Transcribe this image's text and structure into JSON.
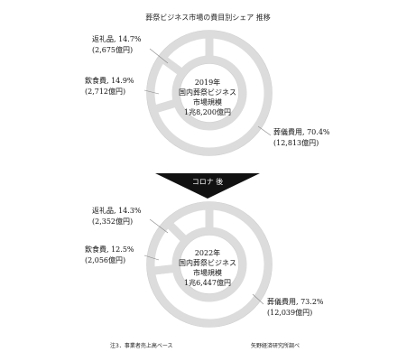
{
  "title": "葬祭ビジネス市場の費目別シェア 推移",
  "chart_data": [
    {
      "type": "pie",
      "center_lines": [
        "2019年",
        "国内葬祭ビジネス",
        "市場規模",
        "1兆8,200億円"
      ],
      "slices": [
        {
          "name": "葬儀費用",
          "percent_label": "70.4%",
          "amount_label": "(12,813億円)",
          "value": 70.4
        },
        {
          "name": "返礼品",
          "percent_label": "14.7%",
          "amount_label": "(2,675億円)",
          "value": 14.7
        },
        {
          "name": "飲食費",
          "percent_label": "14.9%",
          "amount_label": "(2,712億円)",
          "value": 14.9
        }
      ]
    },
    {
      "type": "pie",
      "center_lines": [
        "2022年",
        "国内葬祭ビジネス",
        "市場規模",
        "1兆6,447億円"
      ],
      "slices": [
        {
          "name": "葬儀費用",
          "percent_label": "73.2%",
          "amount_label": "(12,039億円)",
          "value": 73.2
        },
        {
          "name": "返礼品",
          "percent_label": "14.3%",
          "amount_label": "(2,352億円)",
          "value": 14.3
        },
        {
          "name": "飲食費",
          "percent_label": "12.5%",
          "amount_label": "(2,056億円)",
          "value": 12.5
        }
      ]
    }
  ],
  "arrow_label": "コロナ 後",
  "note": "注3．事業者売上高ベース",
  "source": "矢野経済研究所調べ"
}
